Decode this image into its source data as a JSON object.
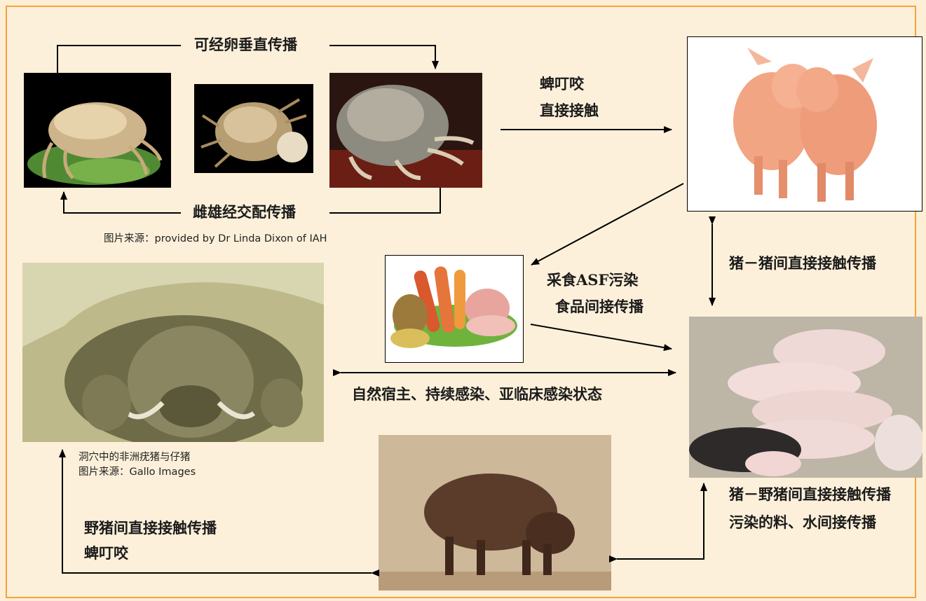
{
  "labels": {
    "vertical": "可经卵垂直传播",
    "mating": "雌雄经交配传播",
    "tick_bite_1": "蜱叮咬",
    "direct_contact": "直接接触",
    "food_1": "采食ASF污染",
    "food_2": "食品间接传播",
    "pig_pig": "猪－猪间直接接触传播",
    "natural_host": "自然宿主、持续感染、亚临床感染状态",
    "pig_wild_1": "猪－野猪间直接接触传播",
    "pig_wild_2": "污染的料、水间接传播",
    "wild_wild": "野猪间直接接触传播",
    "tick_bite_2": "蜱叮咬"
  },
  "captions": {
    "tick_source": "图片来源：provided by Dr Linda Dixon of IAH",
    "warthog_title": "洞穴中的非洲疣猪与仔猪",
    "warthog_source": "图片来源：Gallo Images"
  },
  "colors": {
    "background": "#fdf0da",
    "border": "#f2a33a",
    "line": "#000000",
    "text": "#1b1b1b"
  }
}
